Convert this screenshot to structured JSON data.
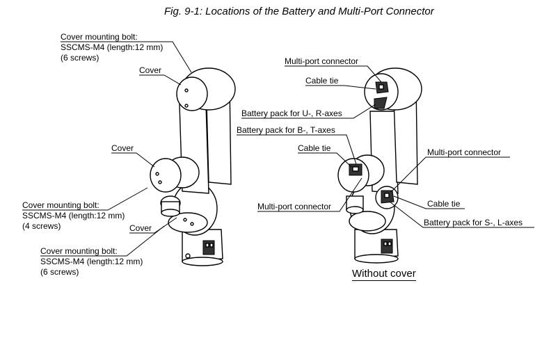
{
  "figure": {
    "title": "Fig. 9-1: Locations of the Battery and Multi-Port Connector",
    "caption": "Without cover"
  },
  "left_robot": {
    "top_bolt": {
      "line1": "Cover mounting bolt:",
      "line2": "SSCMS-M4 (length:12 mm)",
      "line3": "(6 screws)"
    },
    "cover_top": "Cover",
    "cover_mid": "Cover",
    "mid_bolt": {
      "line1": "Cover mounting bolt:",
      "line2": "SSCMS-M4 (length:12 mm)",
      "line3": "(4 screws)"
    },
    "cover_low": "Cover",
    "bottom_bolt": {
      "line1": "Cover mounting bolt:",
      "line2": "SSCMS-M4 (length:12 mm)",
      "line3": "(6 screws)"
    }
  },
  "right_robot": {
    "multiport_top": "Multi-port connector",
    "cable_tie_top": "Cable tie",
    "battery_ur": "Battery pack for U-, R-axes",
    "battery_bt": "Battery pack for B-, T-axes",
    "cable_tie_mid": "Cable tie",
    "multiport_right": "Multi-port connector",
    "multiport_left": "Multi-port connector",
    "cable_tie_low": "Cable tie",
    "battery_sl": "Battery pack for S-, L-axes"
  }
}
